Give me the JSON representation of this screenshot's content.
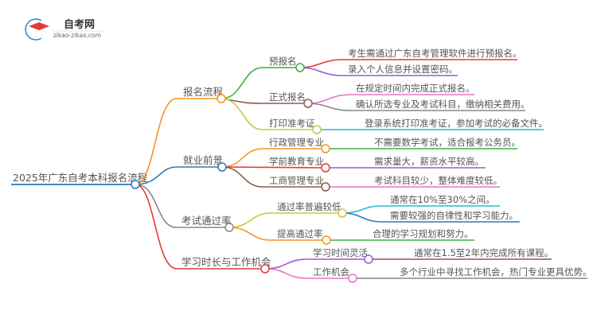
{
  "logo": {
    "title": "自考网",
    "url": "zikao-zikao.com"
  },
  "root": "2025年广东自考本科报名流程",
  "branches": [
    {
      "label": "报名流程",
      "children": [
        {
          "label": "预报名",
          "leaves": [
            "考生需通过广东自考管理软件进行预报名。",
            "录入个人信息并设置密码。"
          ]
        },
        {
          "label": "正式报名",
          "leaves": [
            "在规定时间内完成正式报名。",
            "确认所选专业及考试科目，缴纳相关费用。"
          ]
        },
        {
          "label": "打印准考证",
          "leaves": [
            "登录系统打印准考证，参加考试的必备文件。"
          ]
        }
      ]
    },
    {
      "label": "就业前景",
      "children": [
        {
          "label": "行政管理专业",
          "leaves": [
            "不需要数学考试，适合报考公务员。"
          ]
        },
        {
          "label": "学前教育专业",
          "leaves": [
            "需求量大，薪资水平较高。"
          ]
        },
        {
          "label": "工商管理专业",
          "leaves": [
            "考试科目较少，整体难度较低。"
          ]
        }
      ]
    },
    {
      "label": "考试通过率",
      "children": [
        {
          "label": "通过率普遍较低",
          "leaves": [
            "通常在10%至30%之间。",
            "需要较强的自律性和学习能力。"
          ]
        },
        {
          "label": "提高通过率",
          "leaves": [
            "合理的学习规划和努力。"
          ]
        }
      ]
    },
    {
      "label": "学习时长与工作机会",
      "children": [
        {
          "label": "学习时间灵活",
          "leaves": [
            "通常在1.5至2年内完成所有课程。"
          ]
        },
        {
          "label": "工作机会",
          "leaves": [
            "多个行业中寻找工作机会，热门专业更具优势。"
          ]
        }
      ]
    }
  ]
}
